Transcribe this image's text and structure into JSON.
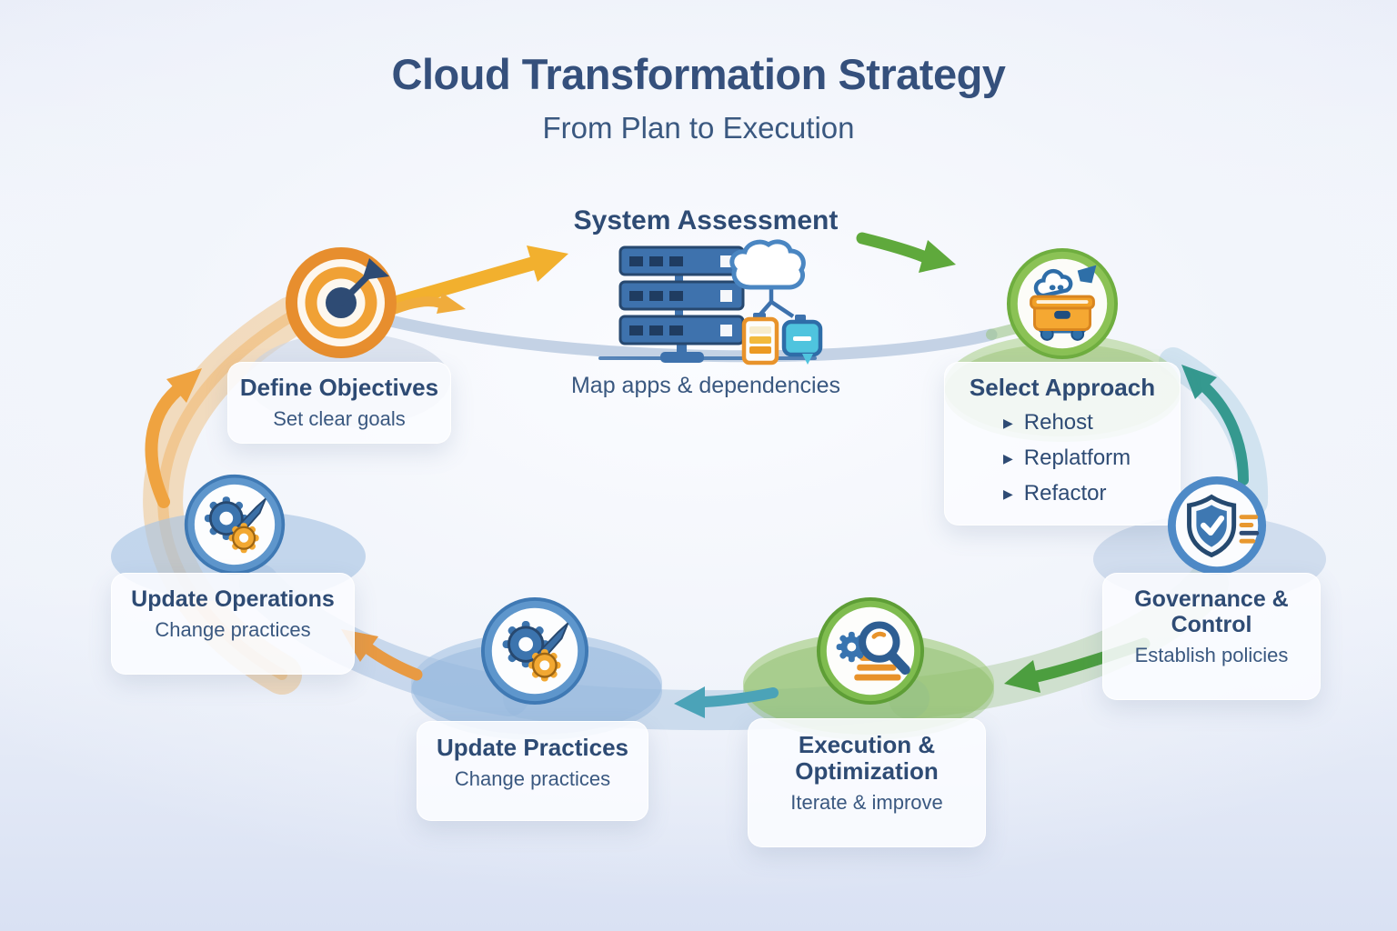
{
  "title": "Cloud Transformation Strategy",
  "subtitle": "From Plan to Execution",
  "bullet_marker": "▶",
  "nodes": {
    "define_objectives": {
      "title": "Define Objectives",
      "subtitle": "Set clear goals",
      "icon": "target-icon"
    },
    "system_assessment": {
      "title": "System Assessment",
      "subtitle": "Map apps & dependencies",
      "icon": "servers-cloud-icon"
    },
    "select_approach": {
      "title": "Select Approach",
      "bullets": [
        "Rehost",
        "Replatform",
        "Refactor"
      ],
      "icon": "migration-truck-icon"
    },
    "governance_control": {
      "title_line1": "Governance &",
      "title_line2": "Control",
      "subtitle": "Establish policies",
      "icon": "shield-check-icon"
    },
    "execution_optimization": {
      "title_line1": "Execution &",
      "title_line2": "Optimization",
      "subtitle": "Iterate & improve",
      "icon": "magnifier-gear-icon"
    },
    "update_practices": {
      "title": "Update Practices",
      "subtitle": "Change practices",
      "icon": "gears-icon"
    },
    "update_operations": {
      "title": "Update Operations",
      "subtitle": "Change practices",
      "icon": "gears-icon"
    }
  },
  "colors": {
    "title_text": "#35507c",
    "body_text": "#3a5880",
    "navy": "#2e4b74",
    "orange": "#ec9a33",
    "yellow_arrow": "#f2b02e",
    "green": "#63a93f",
    "teal": "#35998f",
    "blue_ring": "#4e8ac7",
    "background_bottom": "#d9e1f3"
  }
}
